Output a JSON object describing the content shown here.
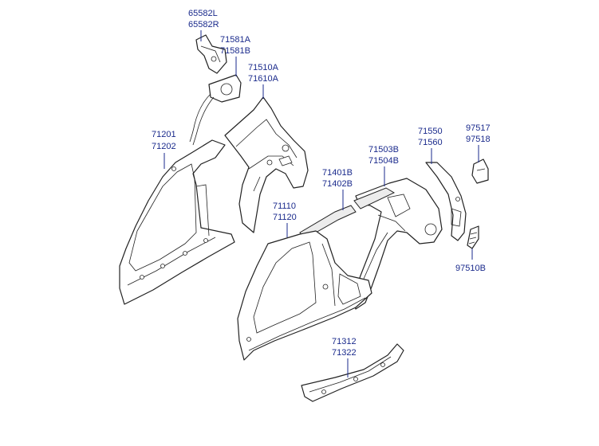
{
  "callouts": [
    {
      "id": "fender-bracket",
      "codes": [
        "65582L",
        "65582R"
      ]
    },
    {
      "id": "fuel-filler-housing",
      "codes": [
        "71581A",
        "71581B"
      ]
    },
    {
      "id": "quarter-inner",
      "codes": [
        "71510A",
        "71610A"
      ]
    },
    {
      "id": "inner-side-frame",
      "codes": [
        "71201",
        "71202"
      ]
    },
    {
      "id": "quarter-outer",
      "codes": [
        "71503B",
        "71504B"
      ]
    },
    {
      "id": "roof-rail",
      "codes": [
        "71401B",
        "71402B"
      ]
    },
    {
      "id": "outer-side-panel",
      "codes": [
        "71110",
        "71120"
      ]
    },
    {
      "id": "rear-pillar-reinforcement",
      "codes": [
        "71550",
        "71560"
      ]
    },
    {
      "id": "rear-bracket",
      "codes": [
        "97517",
        "97518"
      ]
    },
    {
      "id": "vent-grille",
      "codes": [
        "97510B"
      ]
    },
    {
      "id": "side-sill",
      "codes": [
        "71312",
        "71322"
      ]
    }
  ]
}
